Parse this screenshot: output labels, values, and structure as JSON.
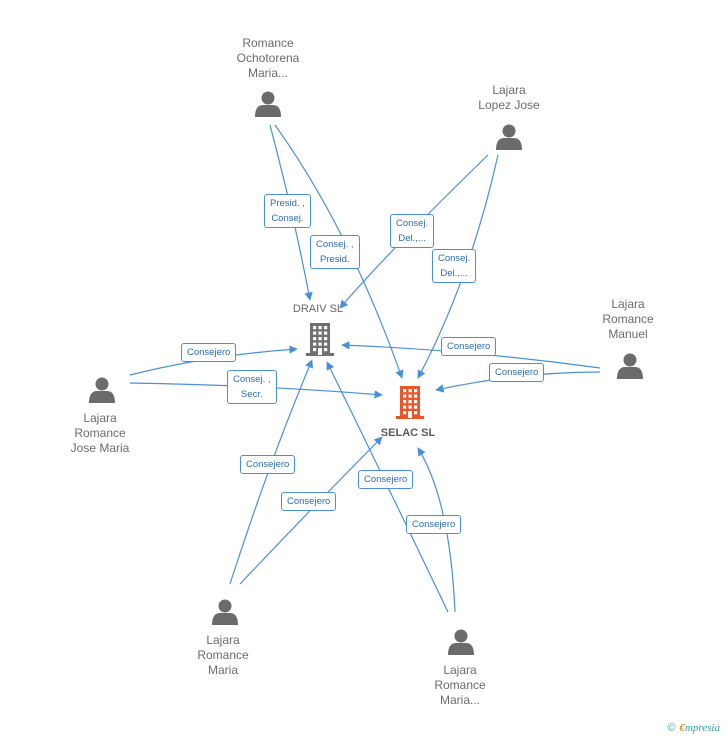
{
  "persons": [
    {
      "id": "romance-ochotorena",
      "lines": [
        "Romance",
        "Ochotorena",
        "Maria..."
      ]
    },
    {
      "id": "lajara-lopez",
      "lines": [
        "Lajara",
        "Lopez Jose"
      ]
    },
    {
      "id": "lajara-romance-manuel",
      "lines": [
        "Lajara",
        "Romance",
        "Manuel"
      ]
    },
    {
      "id": "lajara-romance-jose-maria",
      "lines": [
        "Lajara",
        "Romance",
        "Jose Maria"
      ]
    },
    {
      "id": "lajara-romance-maria",
      "lines": [
        "Lajara",
        "Romance",
        "Maria"
      ]
    },
    {
      "id": "lajara-romance-maria2",
      "lines": [
        "Lajara",
        "Romance",
        "Maria..."
      ]
    }
  ],
  "companies": [
    {
      "id": "draiv",
      "label": "DRAIV SL",
      "color": "#707070"
    },
    {
      "id": "selac",
      "label": "SELAC SL",
      "color": "#e8562a"
    }
  ],
  "edge_labels": [
    {
      "id": "e1",
      "lines": [
        "Presid. ,",
        "Consej."
      ]
    },
    {
      "id": "e2",
      "lines": [
        "Consej. ,",
        "Presid."
      ]
    },
    {
      "id": "e3",
      "lines": [
        "Consej.",
        "Del.,..."
      ]
    },
    {
      "id": "e4",
      "lines": [
        "Consej.",
        "Del.,..."
      ]
    },
    {
      "id": "e5",
      "lines": [
        "Consejero"
      ]
    },
    {
      "id": "e6",
      "lines": [
        "Consejero"
      ]
    },
    {
      "id": "e7",
      "lines": [
        "Consejero"
      ]
    },
    {
      "id": "e8",
      "lines": [
        "Consej. ,",
        "Secr."
      ]
    },
    {
      "id": "e9",
      "lines": [
        "Consejero"
      ]
    },
    {
      "id": "e10",
      "lines": [
        "Consejero"
      ]
    },
    {
      "id": "e11",
      "lines": [
        "Consejero"
      ]
    },
    {
      "id": "e12",
      "lines": [
        "Consejero"
      ]
    }
  ],
  "colors": {
    "edge": "#4a90d9",
    "person": "#6b6b6b"
  },
  "footer": {
    "copyright": "©",
    "brand_initial": "€",
    "brand_rest": "mpresia"
  }
}
